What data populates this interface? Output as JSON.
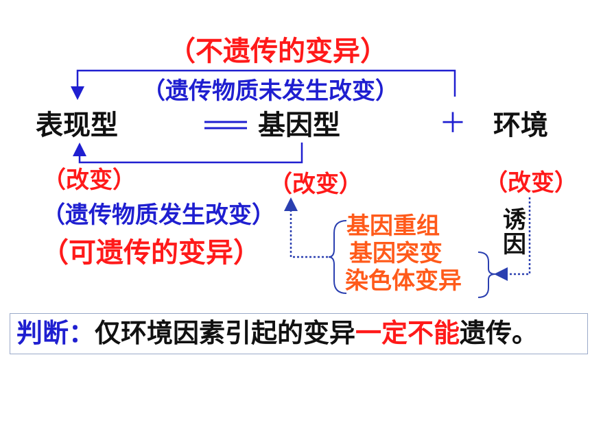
{
  "top": {
    "heritable_no": "（不遗传的变异）",
    "material_unchanged": "（遗传物质未发生改变）"
  },
  "equation": {
    "phenotype": "表现型",
    "equals": "==",
    "genotype": "基因型",
    "plus": "＋",
    "environment": "环境"
  },
  "left": {
    "change": "（改变）",
    "material_changed": "（遗传物质发生改变）",
    "heritable_yes": "（可遗传的变异）"
  },
  "middle": {
    "change": "（改变）",
    "sources": [
      "基因重组",
      "基因突变",
      "染色体变异"
    ]
  },
  "right": {
    "change": "（改变）",
    "induce_1": "诱",
    "induce_2": "因"
  },
  "judgement": {
    "label": "判断：",
    "part1": "仅环境因素引起的变异",
    "emphasis": "一定不能",
    "part2": "遗传。"
  },
  "colors": {
    "red": "#ff1a1a",
    "blue": "#1f1fd0",
    "orange": "#ff5a1a",
    "arrow": "#1f1fd0",
    "dotted": "#2a3fb0"
  }
}
